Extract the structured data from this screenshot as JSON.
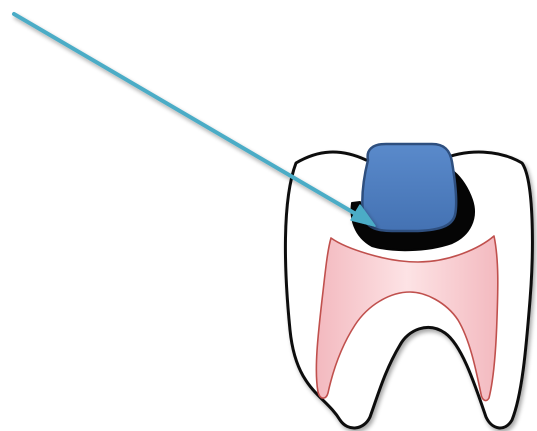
{
  "colors": {
    "background": "#ffffff",
    "tooth_fill": "#ffffff",
    "tooth_outline": "#111111",
    "pulp_fill": "#f6cbcf",
    "pulp_outline": "#c0504d",
    "liner_fill": "#050505",
    "filling_fill": "#4f7fc0",
    "filling_outline": "#2e4f7f",
    "arrow_color": "#4bacc6"
  },
  "elements": {
    "tooth": "tooth-crown-outline",
    "pulp": "pulp-chamber",
    "liner": "cavity-liner-base",
    "filling": "restoration-filling",
    "arrow": "pointer-arrow"
  }
}
